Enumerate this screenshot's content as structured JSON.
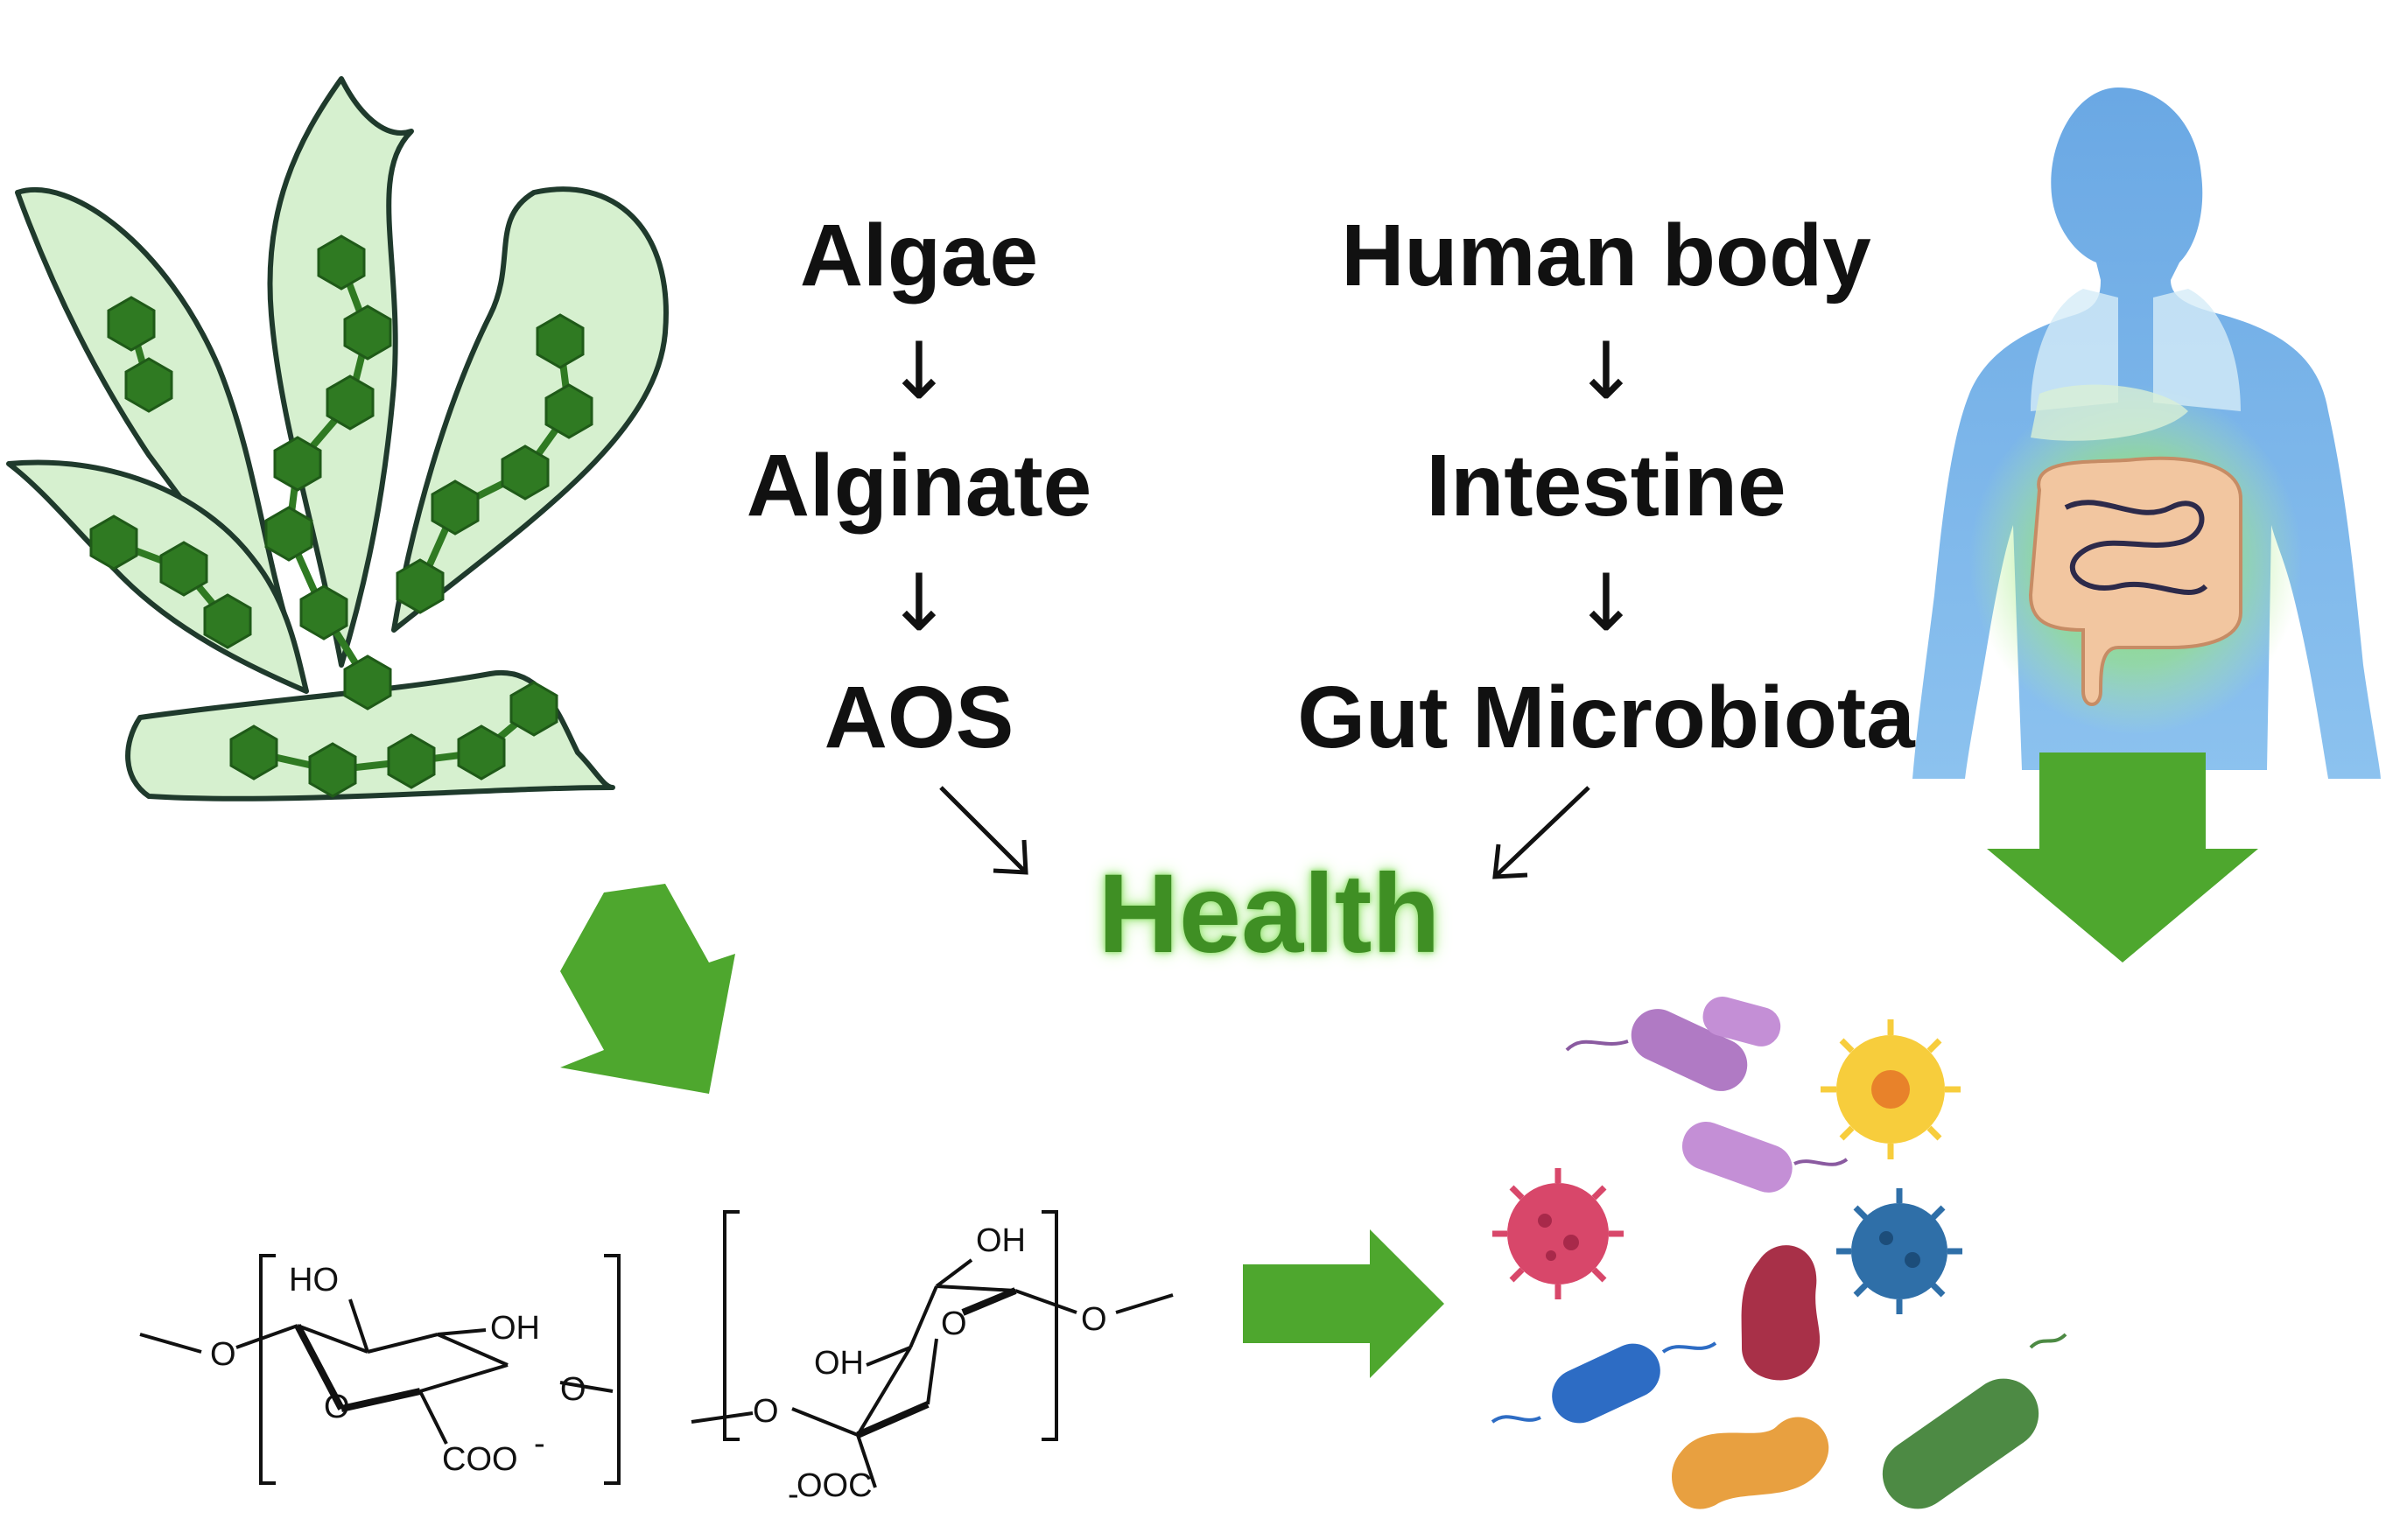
{
  "left_chain": {
    "step1": "Algae",
    "step2": "Alginate",
    "step3": "AOS",
    "arrow": "↓"
  },
  "right_chain": {
    "step1": "Human body",
    "step2": "Intestine",
    "step3": "Gut Microbiota",
    "arrow": "↓"
  },
  "outcome": "Health",
  "structure_labels": {
    "ho": "HO",
    "oh1": "OH",
    "oh2": "OH",
    "oh3": "OH",
    "o": "O",
    "coo": "COO",
    "ooc": "OOC",
    "minus": "-"
  },
  "colors": {
    "arrow_green": "#4ea72e",
    "health_green": "#3f8f24",
    "seaweed_fill": "#d6f0cf",
    "hexagon_green": "#2f7a22",
    "body_blue": "#7ab6ea"
  }
}
